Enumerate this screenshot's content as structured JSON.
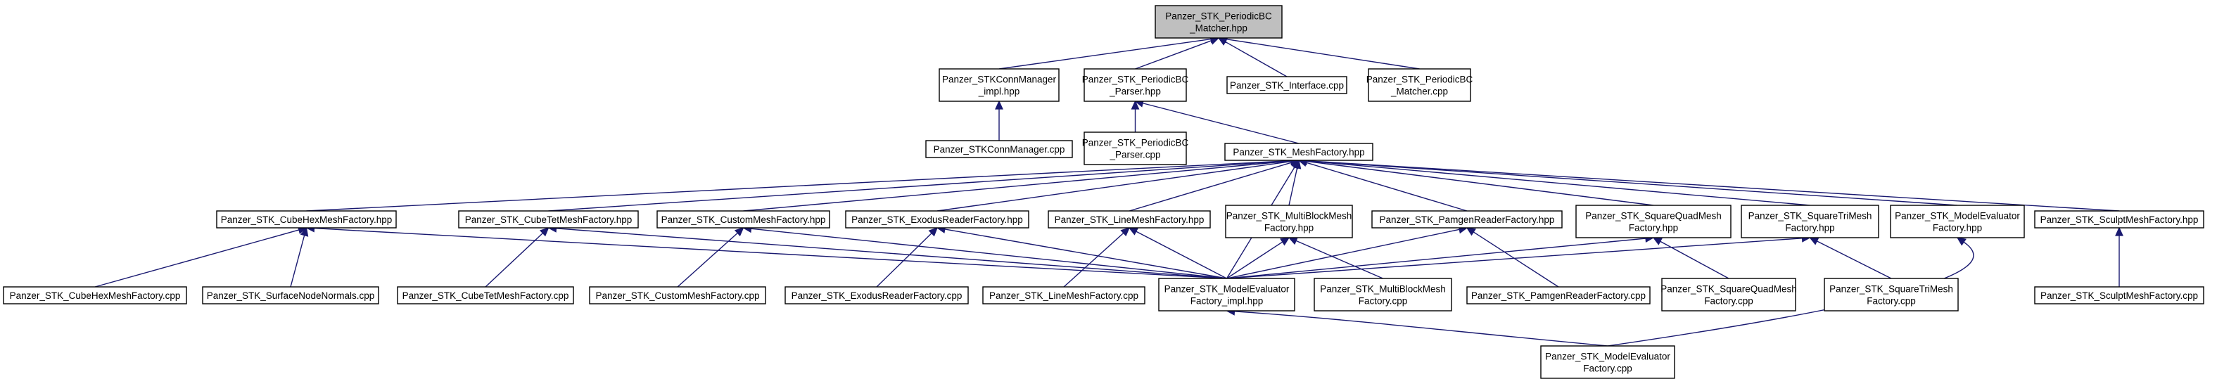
{
  "colors": {
    "node_fill": "#ffffff",
    "root_fill": "#bfbfbf",
    "node_border": "#000000",
    "edge": "#191970"
  },
  "nodes": [
    {
      "id": "matcher_hpp",
      "lines": [
        "Panzer_STK_PeriodicBC",
        "_Matcher.hpp"
      ],
      "root": true
    },
    {
      "id": "connmgr_impl",
      "lines": [
        "Panzer_STKConnManager",
        "_impl.hpp"
      ]
    },
    {
      "id": "parser_hpp",
      "lines": [
        "Panzer_STK_PeriodicBC",
        "_Parser.hpp"
      ]
    },
    {
      "id": "interface_cpp",
      "lines": [
        "Panzer_STK_Interface.cpp"
      ]
    },
    {
      "id": "matcher_cpp",
      "lines": [
        "Panzer_STK_PeriodicBC",
        "_Matcher.cpp"
      ]
    },
    {
      "id": "connmgr_cpp",
      "lines": [
        "Panzer_STKConnManager.cpp"
      ]
    },
    {
      "id": "parser_cpp",
      "lines": [
        "Panzer_STK_PeriodicBC",
        "_Parser.cpp"
      ]
    },
    {
      "id": "meshfactory_hpp",
      "lines": [
        "Panzer_STK_MeshFactory.hpp"
      ]
    },
    {
      "id": "cubehex_hpp",
      "lines": [
        "Panzer_STK_CubeHexMeshFactory.hpp"
      ]
    },
    {
      "id": "cubetet_hpp",
      "lines": [
        "Panzer_STK_CubeTetMeshFactory.hpp"
      ]
    },
    {
      "id": "custom_hpp",
      "lines": [
        "Panzer_STK_CustomMeshFactory.hpp"
      ]
    },
    {
      "id": "exodus_hpp",
      "lines": [
        "Panzer_STK_ExodusReaderFactory.hpp"
      ]
    },
    {
      "id": "line_hpp",
      "lines": [
        "Panzer_STK_LineMeshFactory.hpp"
      ]
    },
    {
      "id": "multiblock_hpp",
      "lines": [
        "Panzer_STK_MultiBlockMesh",
        "Factory.hpp"
      ]
    },
    {
      "id": "pamgen_hpp",
      "lines": [
        "Panzer_STK_PamgenReaderFactory.hpp"
      ]
    },
    {
      "id": "squarequad_hpp",
      "lines": [
        "Panzer_STK_SquareQuadMesh",
        "Factory.hpp"
      ]
    },
    {
      "id": "squaretri_hpp",
      "lines": [
        "Panzer_STK_SquareTriMesh",
        "Factory.hpp"
      ]
    },
    {
      "id": "modeleval_hpp",
      "lines": [
        "Panzer_STK_ModelEvaluator",
        "Factory.hpp"
      ]
    },
    {
      "id": "sculpt_hpp",
      "lines": [
        "Panzer_STK_SculptMeshFactory.hpp"
      ]
    },
    {
      "id": "cubehex_cpp",
      "lines": [
        "Panzer_STK_CubeHexMeshFactory.cpp"
      ]
    },
    {
      "id": "surfnormals_cpp",
      "lines": [
        "Panzer_STK_SurfaceNodeNormals.cpp"
      ]
    },
    {
      "id": "cubetet_cpp",
      "lines": [
        "Panzer_STK_CubeTetMeshFactory.cpp"
      ]
    },
    {
      "id": "custom_cpp",
      "lines": [
        "Panzer_STK_CustomMeshFactory.cpp"
      ]
    },
    {
      "id": "exodus_cpp",
      "lines": [
        "Panzer_STK_ExodusReaderFactory.cpp"
      ]
    },
    {
      "id": "line_cpp",
      "lines": [
        "Panzer_STK_LineMeshFactory.cpp"
      ]
    },
    {
      "id": "modeleval_impl",
      "lines": [
        "Panzer_STK_ModelEvaluator",
        "Factory_impl.hpp"
      ]
    },
    {
      "id": "multiblock_cpp",
      "lines": [
        "Panzer_STK_MultiBlockMesh",
        "Factory.cpp"
      ]
    },
    {
      "id": "pamgen_cpp",
      "lines": [
        "Panzer_STK_PamgenReaderFactory.cpp"
      ]
    },
    {
      "id": "squarequad_cpp",
      "lines": [
        "Panzer_STK_SquareQuadMesh",
        "Factory.cpp"
      ]
    },
    {
      "id": "squaretri_cpp",
      "lines": [
        "Panzer_STK_SquareTriMesh",
        "Factory.cpp"
      ]
    },
    {
      "id": "sculpt_cpp",
      "lines": [
        "Panzer_STK_SculptMeshFactory.cpp"
      ]
    },
    {
      "id": "modeleval_cpp",
      "lines": [
        "Panzer_STK_ModelEvaluator",
        "Factory.cpp"
      ]
    }
  ],
  "edges": [
    [
      "connmgr_impl",
      "matcher_hpp"
    ],
    [
      "parser_hpp",
      "matcher_hpp"
    ],
    [
      "interface_cpp",
      "matcher_hpp"
    ],
    [
      "matcher_cpp",
      "matcher_hpp"
    ],
    [
      "connmgr_cpp",
      "connmgr_impl"
    ],
    [
      "parser_cpp",
      "parser_hpp"
    ],
    [
      "meshfactory_hpp",
      "parser_hpp"
    ],
    [
      "cubehex_hpp",
      "meshfactory_hpp"
    ],
    [
      "cubetet_hpp",
      "meshfactory_hpp"
    ],
    [
      "custom_hpp",
      "meshfactory_hpp"
    ],
    [
      "exodus_hpp",
      "meshfactory_hpp"
    ],
    [
      "line_hpp",
      "meshfactory_hpp"
    ],
    [
      "multiblock_hpp",
      "meshfactory_hpp"
    ],
    [
      "pamgen_hpp",
      "meshfactory_hpp"
    ],
    [
      "squarequad_hpp",
      "meshfactory_hpp"
    ],
    [
      "squaretri_hpp",
      "meshfactory_hpp"
    ],
    [
      "modeleval_hpp",
      "meshfactory_hpp"
    ],
    [
      "sculpt_hpp",
      "meshfactory_hpp"
    ],
    [
      "modeleval_impl",
      "meshfactory_hpp"
    ],
    [
      "cubehex_cpp",
      "cubehex_hpp"
    ],
    [
      "surfnormals_cpp",
      "cubehex_hpp"
    ],
    [
      "modeleval_impl",
      "cubehex_hpp"
    ],
    [
      "cubetet_cpp",
      "cubetet_hpp"
    ],
    [
      "modeleval_impl",
      "cubetet_hpp"
    ],
    [
      "custom_cpp",
      "custom_hpp"
    ],
    [
      "modeleval_impl",
      "custom_hpp"
    ],
    [
      "exodus_cpp",
      "exodus_hpp"
    ],
    [
      "modeleval_impl",
      "exodus_hpp"
    ],
    [
      "line_cpp",
      "line_hpp"
    ],
    [
      "modeleval_impl",
      "line_hpp"
    ],
    [
      "multiblock_cpp",
      "multiblock_hpp"
    ],
    [
      "modeleval_impl",
      "multiblock_hpp"
    ],
    [
      "pamgen_cpp",
      "pamgen_hpp"
    ],
    [
      "modeleval_impl",
      "pamgen_hpp"
    ],
    [
      "squarequad_cpp",
      "squarequad_hpp"
    ],
    [
      "modeleval_impl",
      "squarequad_hpp"
    ],
    [
      "squaretri_cpp",
      "squaretri_hpp"
    ],
    [
      "modeleval_impl",
      "squaretri_hpp"
    ],
    [
      "modeleval_cpp",
      "modeleval_hpp"
    ],
    [
      "sculpt_cpp",
      "sculpt_hpp"
    ],
    [
      "modeleval_cpp",
      "modeleval_impl"
    ]
  ]
}
